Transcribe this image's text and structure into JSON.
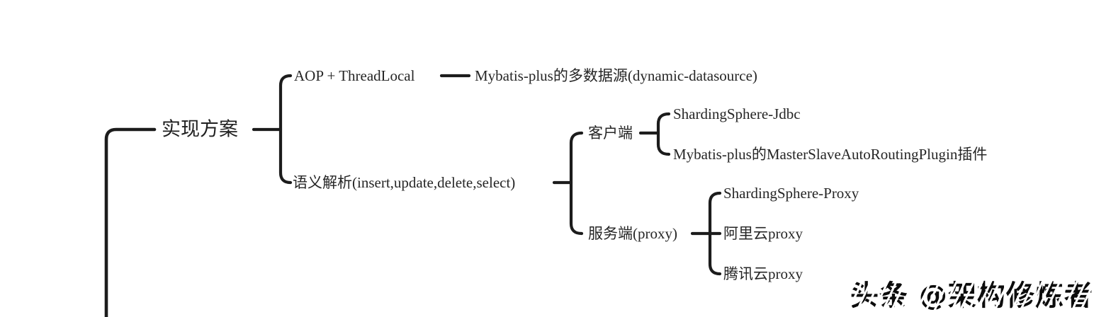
{
  "canvas": {
    "background": "#ffffff",
    "line_color": "#1c1c1c",
    "text_color": "#262626"
  },
  "mindmap": {
    "root": {
      "label": "实现方案",
      "children": [
        {
          "label": "AOP + ThreadLocal",
          "children": [
            {
              "label": "Mybatis-plus的多数据源(dynamic-datasource)"
            }
          ]
        },
        {
          "label": "语义解析(insert,update,delete,select)",
          "children": [
            {
              "label": "客户端",
              "children": [
                {
                  "label": "ShardingSphere-Jdbc"
                },
                {
                  "label": "Mybatis-plus的MasterSlaveAutoRoutingPlugin插件"
                }
              ]
            },
            {
              "label": "服务端(proxy)",
              "children": [
                {
                  "label": "ShardingSphere-Proxy"
                },
                {
                  "label": "阿里云proxy"
                },
                {
                  "label": "腾讯云proxy"
                }
              ]
            }
          ]
        }
      ]
    }
  },
  "watermark": {
    "text": "头条 @架构修炼者"
  }
}
